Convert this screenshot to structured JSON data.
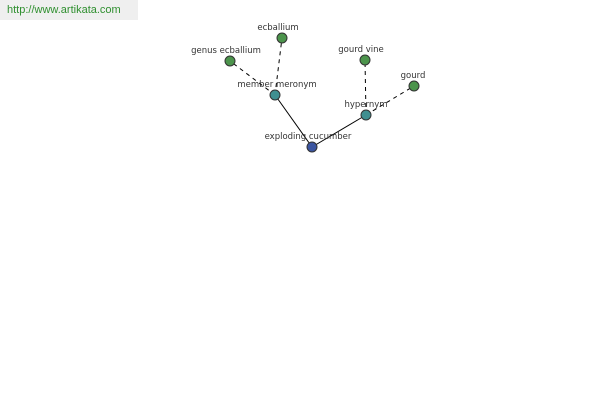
{
  "source_link": "http://www.artikata.com",
  "colors": {
    "root": "#3b55a0",
    "relation": "#3f8f90",
    "leaf": "#4c944c",
    "link": "#2f8f2f"
  },
  "nodes": {
    "root": {
      "label": "exploding cucumber",
      "kind": "root"
    },
    "member_meronym": {
      "label": "member meronym",
      "kind": "relation"
    },
    "hypernym": {
      "label": "hypernym",
      "kind": "relation"
    },
    "genus_ecballium": {
      "label": "genus ecballium",
      "kind": "leaf"
    },
    "ecballium": {
      "label": "ecballium",
      "kind": "leaf"
    },
    "gourd_vine": {
      "label": "gourd vine",
      "kind": "leaf"
    },
    "gourd": {
      "label": "gourd",
      "kind": "leaf"
    }
  },
  "edges": [
    {
      "from": "root",
      "to": "member_meronym",
      "style": "solid"
    },
    {
      "from": "root",
      "to": "hypernym",
      "style": "solid"
    },
    {
      "from": "member_meronym",
      "to": "genus_ecballium",
      "style": "dashed"
    },
    {
      "from": "member_meronym",
      "to": "ecballium",
      "style": "dashed"
    },
    {
      "from": "hypernym",
      "to": "gourd_vine",
      "style": "dashed"
    },
    {
      "from": "hypernym",
      "to": "gourd",
      "style": "dashed"
    }
  ]
}
